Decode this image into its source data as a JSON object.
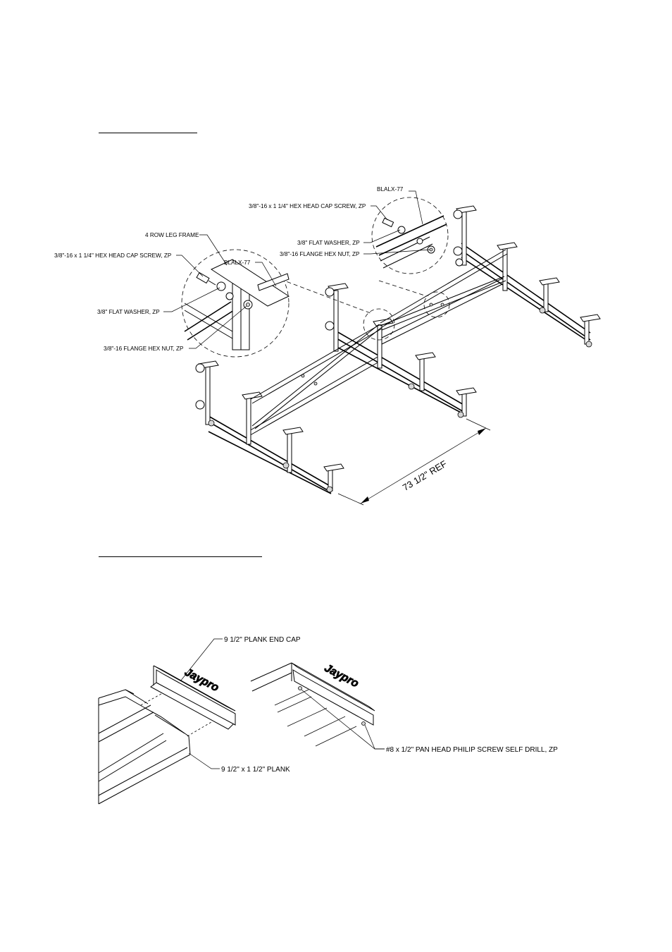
{
  "section_1": {
    "frame_labels": {
      "leg_frame": "4 ROW LEG FRAME",
      "cap_screw_left": "3/8\"-16 x 1 1/4\" HEX HEAD CAP SCREW, ZP",
      "blalx_left": "BLALX-77",
      "washer_left": "3/8\" FLAT WASHER, ZP",
      "nut_left": "3/8\"-16 FLANGE HEX NUT, ZP",
      "blalx_right": "BLALX-77",
      "cap_screw_right": "3/8\"-16 x 1 1/4\" HEX HEAD CAP SCREW, ZP",
      "washer_right": "3/8\" FLAT WASHER, ZP",
      "nut_right": "3/8\"-16 FLANGE HEX NUT, ZP"
    },
    "dimension": "73 1/2\" REF"
  },
  "section_2": {
    "labels": {
      "end_cap": "9 1/2\" PLANK END CAP",
      "plank": "9 1/2\" x 1 1/2\" PLANK",
      "screw": "#8 x 1/2\" PAN HEAD PHILIP SCREW SELF DRILL, ZP"
    },
    "brand_text": "Jaypro"
  }
}
